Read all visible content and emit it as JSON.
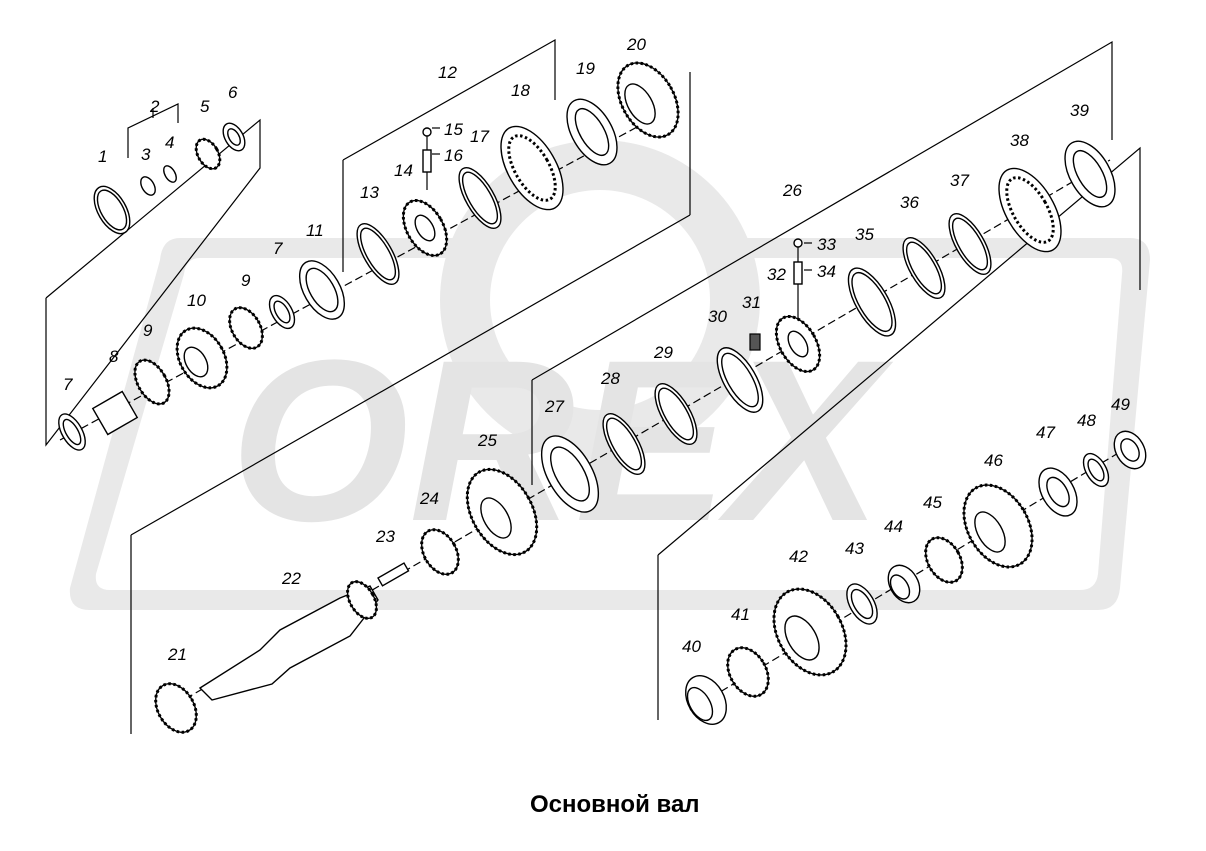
{
  "caption": "Основной вал",
  "labels": [
    "1",
    "2",
    "3",
    "4",
    "5",
    "6",
    "7",
    "7",
    "8",
    "9",
    "9",
    "10",
    "11",
    "12",
    "13",
    "14",
    "15",
    "16",
    "17",
    "18",
    "19",
    "20",
    "21",
    "22",
    "23",
    "24",
    "25",
    "26",
    "27",
    "28",
    "29",
    "30",
    "31",
    "32",
    "33",
    "34",
    "35",
    "36",
    "37",
    "38",
    "39",
    "40",
    "41",
    "42",
    "43",
    "44",
    "45",
    "46",
    "47",
    "48",
    "49"
  ],
  "watermark_text": "OREX",
  "colors": {
    "watermark": "#e9e9e9",
    "ink": "#000000"
  }
}
